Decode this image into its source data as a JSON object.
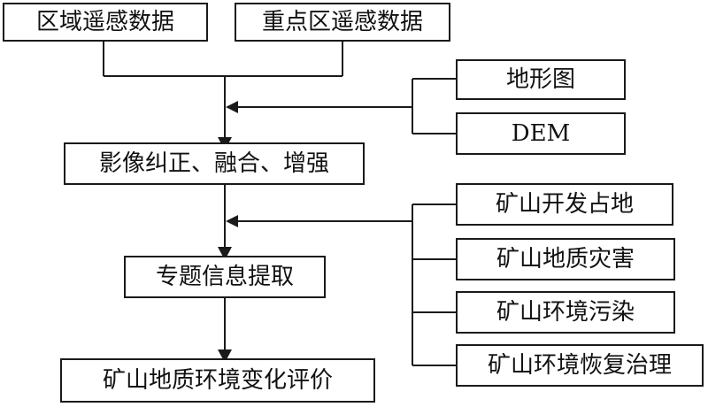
{
  "diagram": {
    "top_left_box": "区域遥感数据",
    "top_right_box": "重点区遥感数据",
    "step_correct": "影像纠正、融合、增强",
    "step_extract": "专题信息提取",
    "step_evaluate": "矿山地质环境变化评价",
    "aux_group_1": [
      "地形图",
      "DEM"
    ],
    "aux_group_2": [
      "矿山开发占地",
      "矿山地质灾害",
      "矿山环境污染",
      "矿山环境恢复治理"
    ]
  }
}
